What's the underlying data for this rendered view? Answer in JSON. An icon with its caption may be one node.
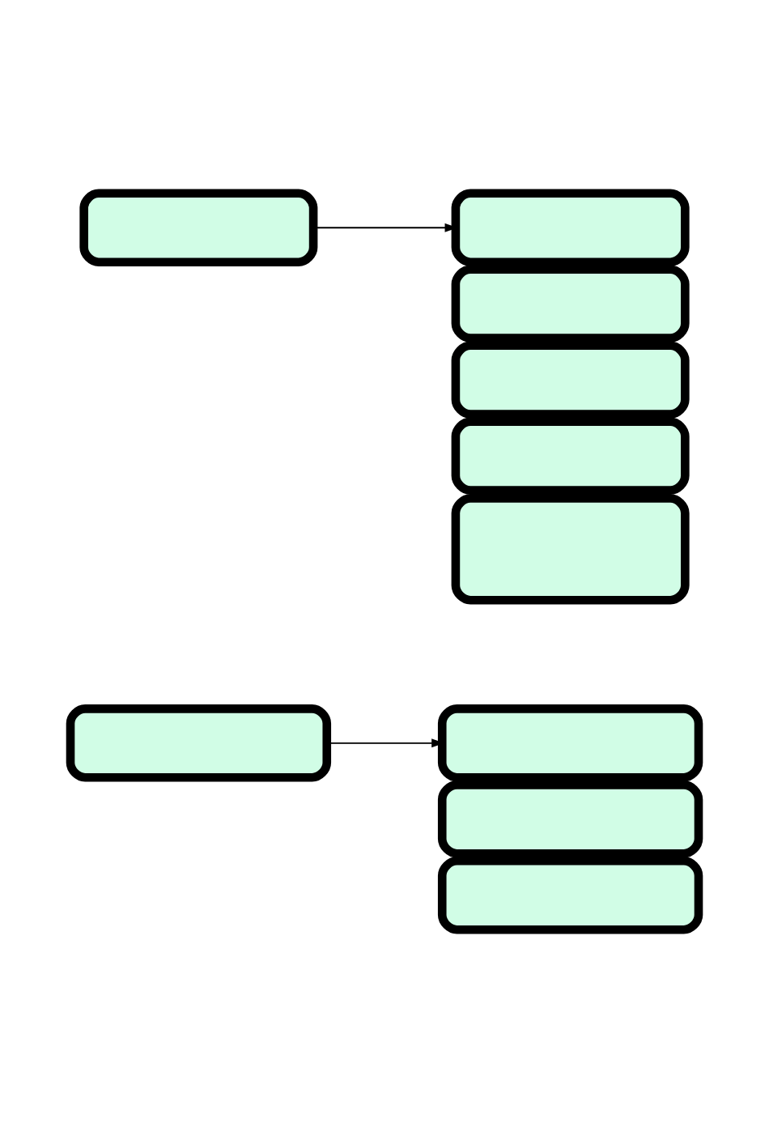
{
  "diagram": {
    "nodes": [
      {
        "text": [],
        "shape": "box"
      },
      {
        "text": [],
        "shape": "box"
      },
      {
        "text": [],
        "shape": "box"
      },
      {
        "text": [],
        "shape": "box"
      },
      {
        "text": [],
        "shape": "box"
      },
      {
        "text": [],
        "shape": "box"
      },
      {
        "text": [],
        "shape": "box"
      },
      {
        "text": [],
        "shape": "box"
      },
      {
        "text": [],
        "shape": "box"
      },
      {
        "text": [],
        "shape": "box"
      }
    ],
    "edges": [
      {
        "from": 0,
        "to": 1,
        "arrow": "to"
      },
      {
        "from": 6,
        "to": 7,
        "arrow": "to"
      }
    ]
  }
}
